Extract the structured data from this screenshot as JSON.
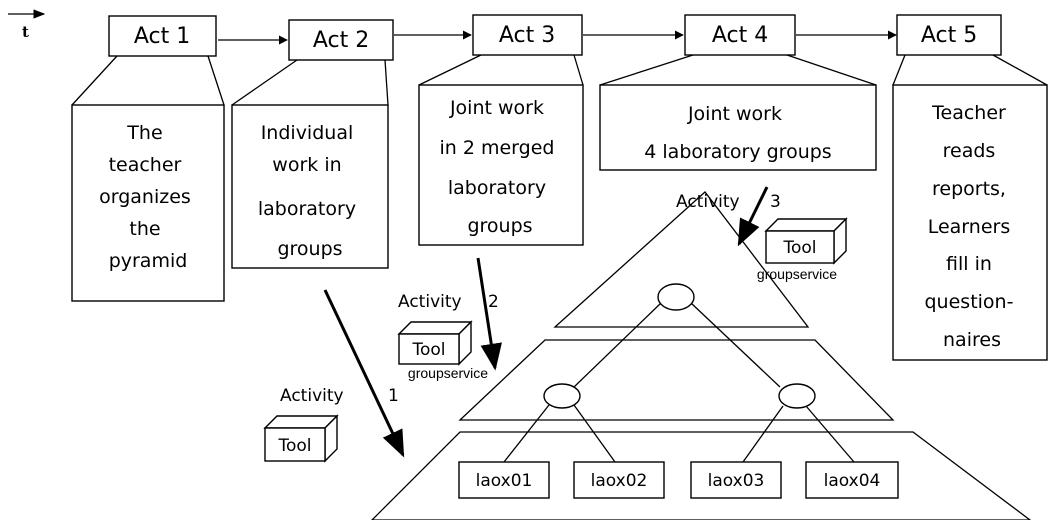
{
  "time_axis": {
    "label": "t"
  },
  "acts": [
    {
      "label": "Act 1",
      "description": [
        "The",
        "teacher",
        "organizes",
        "the",
        "pyramid"
      ]
    },
    {
      "label": "Act 2",
      "description": [
        "Individual",
        "work in",
        "laboratory",
        "groups"
      ]
    },
    {
      "label": "Act 3",
      "description": [
        "Joint work",
        "in 2 merged",
        "laboratory",
        "groups"
      ]
    },
    {
      "label": "Act 4",
      "description": [
        "Joint work",
        "4 laboratory groups"
      ]
    },
    {
      "label": "Act 5",
      "description": [
        "Teacher",
        "reads",
        "reports,",
        "Learners",
        "fill in",
        "question-",
        "naires"
      ]
    }
  ],
  "activities": [
    {
      "label": "Activity",
      "number": "1",
      "tool": "Tool",
      "service": ""
    },
    {
      "label": "Activity",
      "number": "2",
      "tool": "Tool",
      "service": "groupservice"
    },
    {
      "label": "Activity",
      "number": "3",
      "tool": "Tool",
      "service": "groupservice"
    }
  ],
  "leaves": [
    "laox01",
    "laox02",
    "laox03",
    "laox04"
  ]
}
